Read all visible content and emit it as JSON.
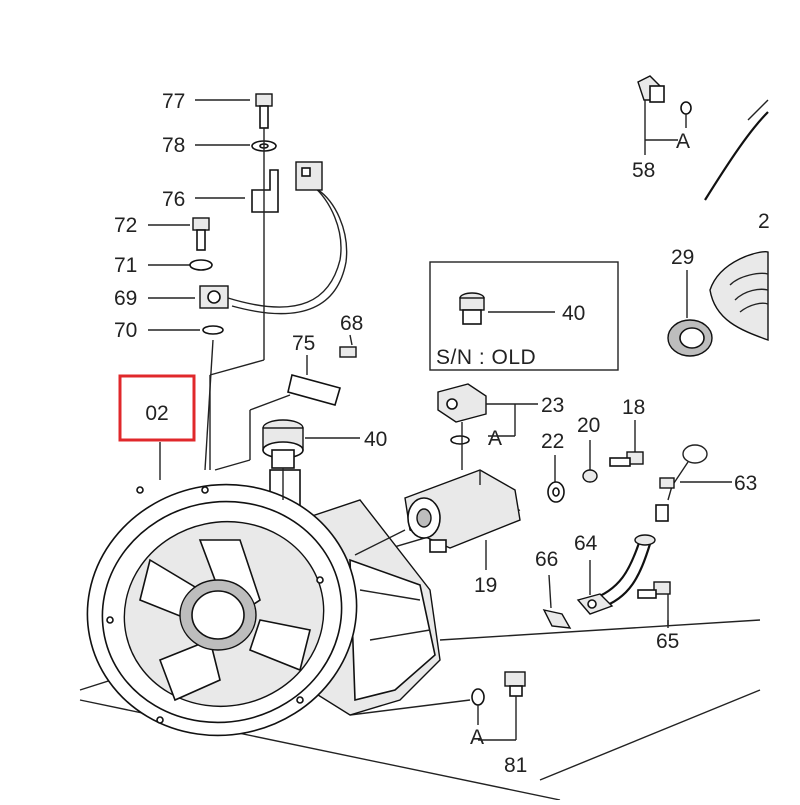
{
  "diagram": {
    "highlight": {
      "label": "02",
      "color": "#e0282b"
    },
    "callouts": {
      "c77": "77",
      "c78": "78",
      "c76": "76",
      "c72": "72",
      "c71": "71",
      "c69": "69",
      "c70": "70",
      "c75": "75",
      "c68": "68",
      "c40a": "40",
      "c40b": "40",
      "c23": "23",
      "c22": "22",
      "c20": "20",
      "c18": "18",
      "c63": "63",
      "c19": "19",
      "c66": "66",
      "c64": "64",
      "c65": "65",
      "c81": "81",
      "c58": "58",
      "c29": "29",
      "c2x": "2"
    },
    "refs": {
      "a1": "A",
      "a2": "A",
      "a3": "A"
    },
    "inset": {
      "caption": "S/N : OLD"
    }
  }
}
